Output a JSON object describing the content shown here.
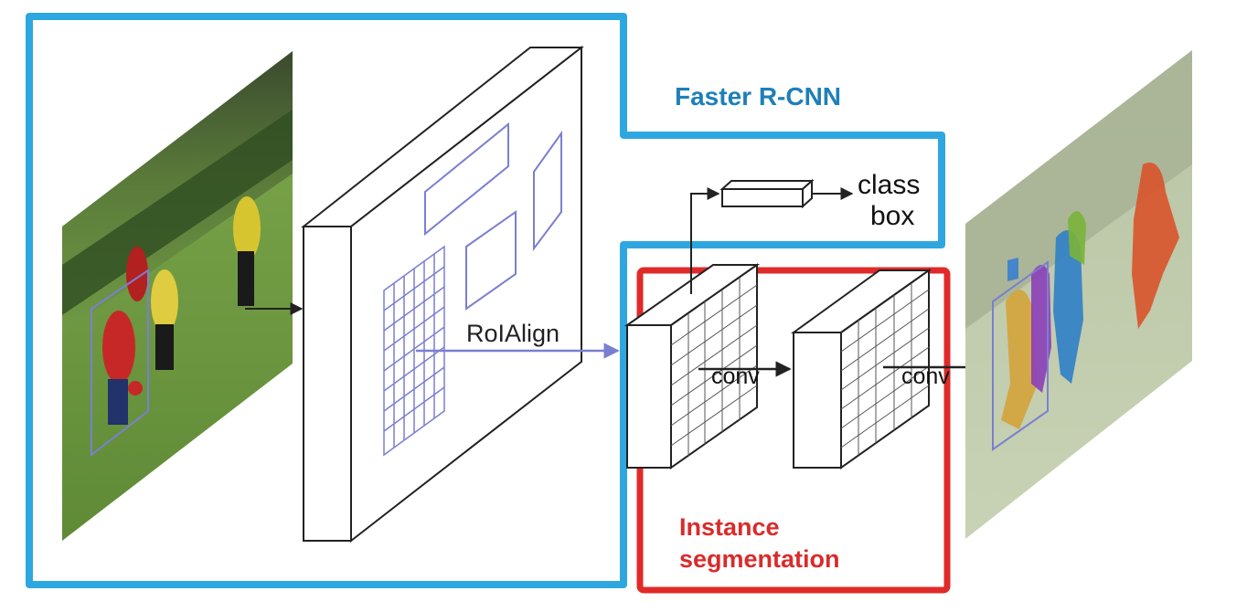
{
  "labels": {
    "faster_rcnn": "Faster R-CNN",
    "roialign": "RoIAlign",
    "class": "class",
    "box": "box",
    "conv_1": "conv",
    "conv_2": "conv",
    "instance_line1": "Instance",
    "instance_line2": "segmentation"
  },
  "colors": {
    "faster_rcnn": "#2ea7e0",
    "instance_segmentation": "#e02a2a",
    "faster_rcnn_text": "#1f7fb8",
    "instance_text": "#d92b2b",
    "roi_boxes": "#7b7fd0",
    "line": "#222222"
  }
}
